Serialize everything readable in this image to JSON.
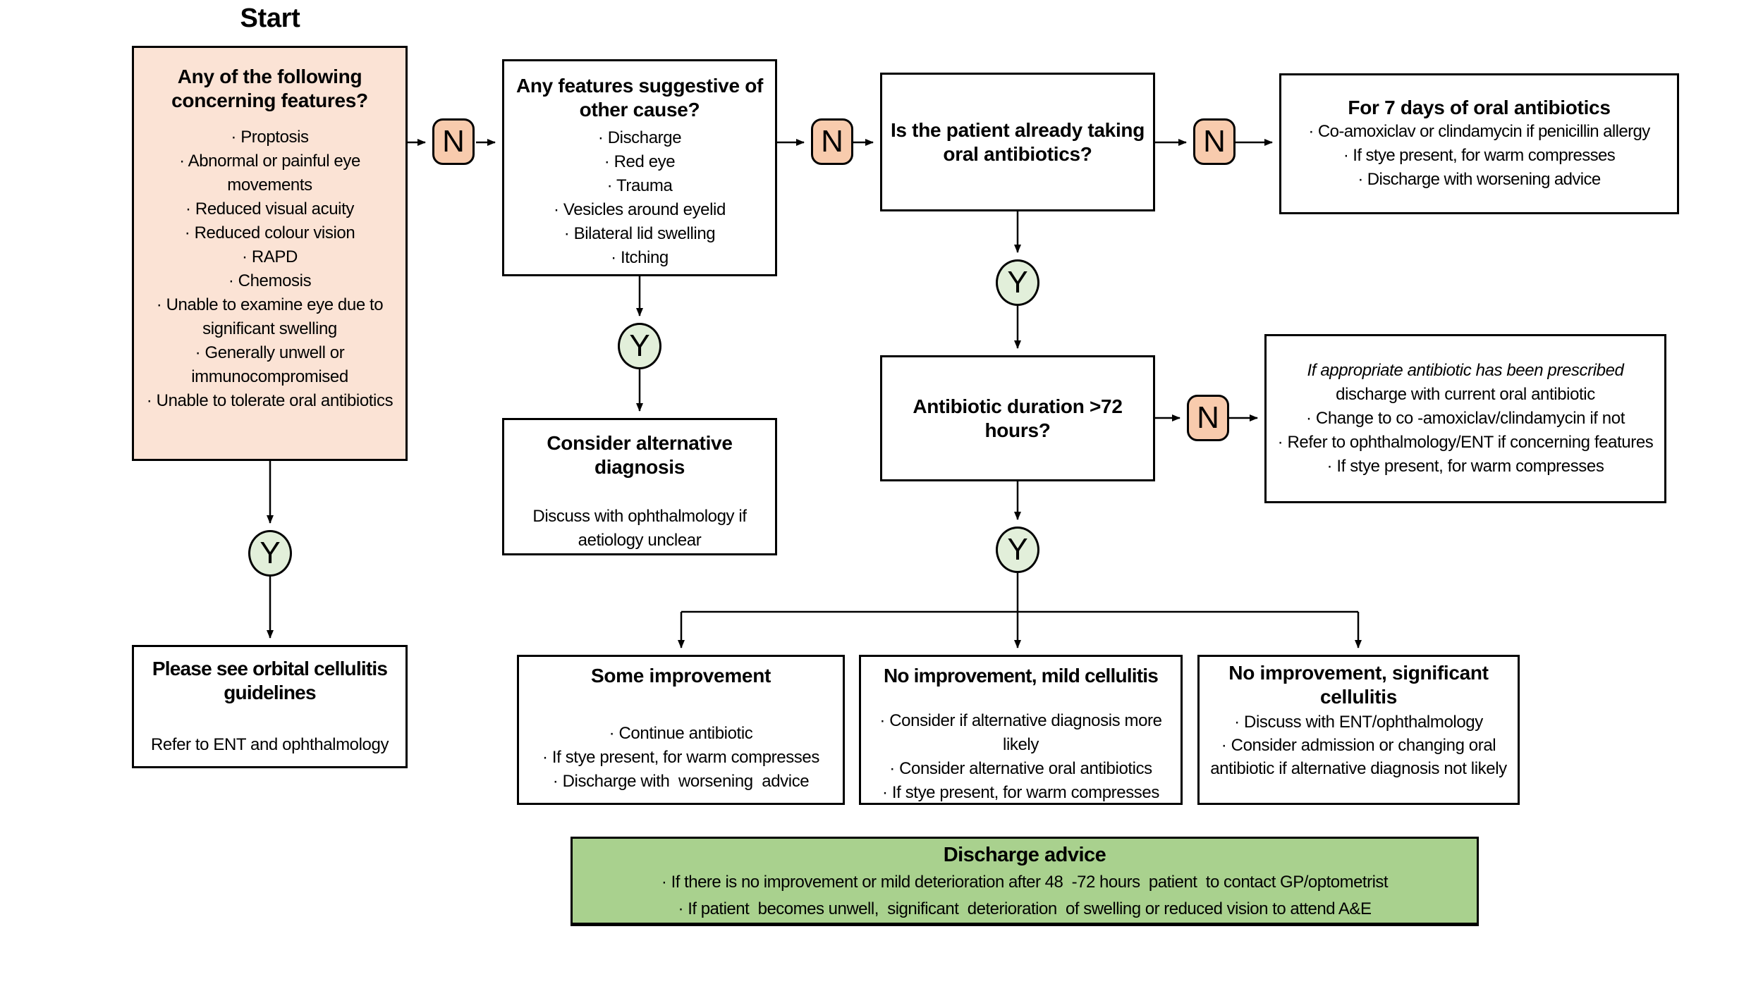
{
  "flowchart": {
    "start_label": "Start",
    "badges": {
      "yes": "Y",
      "no": "N"
    },
    "colors": {
      "concerning_box_fill": "#FBE3D5",
      "no_badge_fill": "#F8CBAD",
      "yes_badge_fill": "#E2EFDA",
      "discharge_box_fill": "#A9D18E",
      "border": "#000000"
    },
    "nodes": {
      "concerning": {
        "title": "Any of the following concerning features?",
        "items": [
          "Proptosis",
          "Abnormal or painful eye movements",
          "Reduced visual acuity",
          "Reduced colour vision",
          "RAPD",
          "Chemosis",
          "Unable to examine eye due to significant swelling",
          "Generally unwell or immunocompromised",
          "Unable to tolerate oral antibiotics"
        ]
      },
      "other_cause": {
        "title": "Any features suggestive of other cause?",
        "items": [
          "Discharge",
          "Red eye",
          "Trauma",
          "Vesicles around eyelid",
          "Bilateral lid swelling",
          "Itching"
        ]
      },
      "taking_antibiotics": {
        "title": "Is the patient already taking oral antibiotics?"
      },
      "seven_days": {
        "title": "For 7 days of oral antibiotics",
        "items": [
          "Co-amoxiclav or clindamycin if penicillin allergy",
          "If stye present, for warm compresses",
          "Discharge with worsening advice"
        ]
      },
      "duration_72": {
        "title": "Antibiotic duration >72 hours?"
      },
      "appropriate_antibiotic": {
        "heading_italic": "If appropriate antibiotic has been prescribed",
        "heading_rest": "discharge with current oral antibiotic",
        "items": [
          "Change to co -amoxiclav/clindamycin if not",
          "Refer to ophthalmology/ENT if concerning features",
          "If stye present, for warm compresses"
        ]
      },
      "alt_diagnosis": {
        "title": "Consider alternative diagnosis",
        "body": "Discuss with ophthalmology if aetiology unclear"
      },
      "orbital": {
        "title": "Please see orbital cellulitis guidelines",
        "body": "Refer to ENT and ophthalmology"
      },
      "some_improvement": {
        "title": "Some improvement",
        "items": [
          "Continue antibiotic",
          "If stye present, for warm compresses",
          "Discharge with  worsening  advice"
        ]
      },
      "no_improvement_mild": {
        "title": "No improvement, mild cellulitis",
        "items": [
          "Consider if alternative diagnosis more likely",
          "Consider alternative oral antibiotics",
          "If stye present, for warm compresses"
        ]
      },
      "no_improvement_significant": {
        "title": "No improvement, significant cellulitis",
        "items": [
          "Discuss with ENT/ophthalmology",
          "Consider admission or changing oral antibiotic if alternative diagnosis not likely"
        ]
      },
      "discharge_advice": {
        "title": "Discharge advice",
        "items": [
          "If there is no improvement or mild deterioration after 48  -72 hours  patient  to contact GP/optometrist",
          "If patient  becomes unwell,  significant  deterioration  of swelling or reduced vision to attend A&E"
        ]
      }
    }
  }
}
